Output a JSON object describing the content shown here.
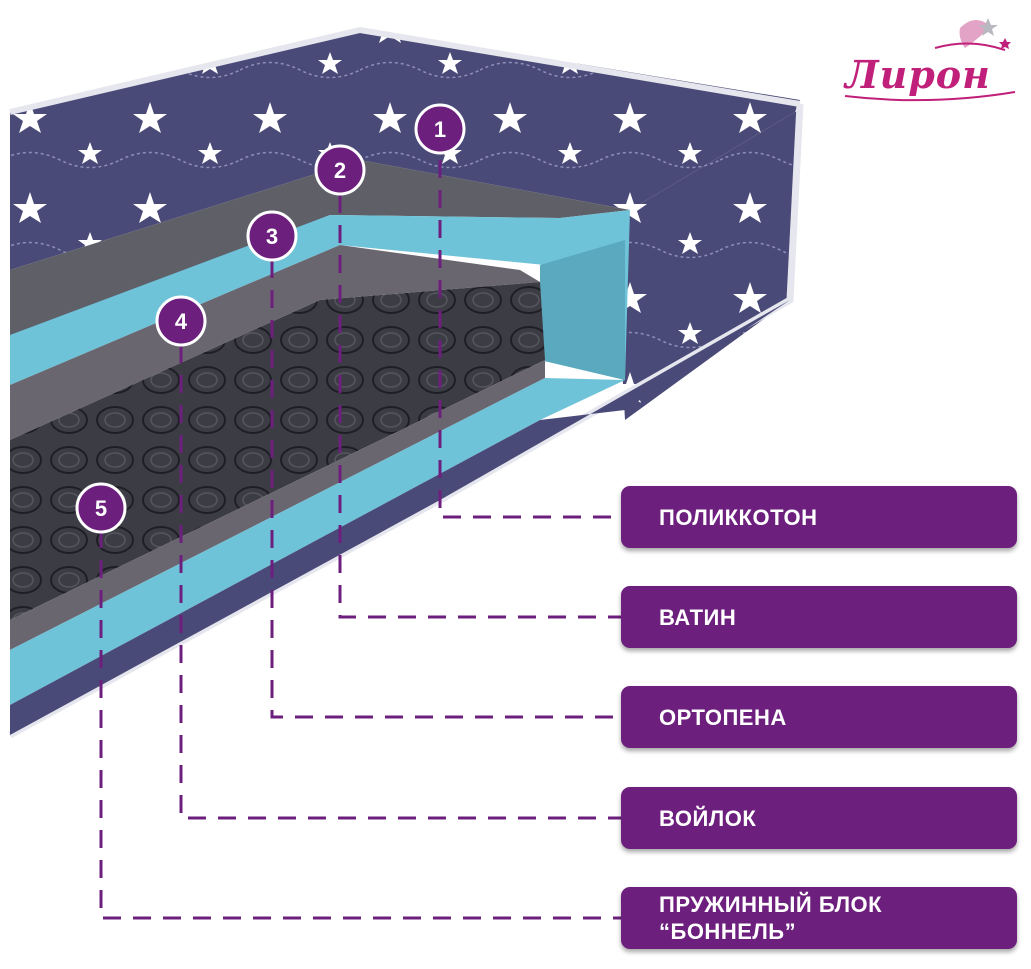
{
  "brand": {
    "name": "Лирон",
    "color": "#c0207a"
  },
  "accent_color": "#6d1f7e",
  "markers": [
    {
      "number": "1"
    },
    {
      "number": "2"
    },
    {
      "number": "3"
    },
    {
      "number": "4"
    },
    {
      "number": "5"
    }
  ],
  "layers": [
    {
      "label": "ПОЛИККОТОН"
    },
    {
      "label": "ВАТИН"
    },
    {
      "label": "ОРТОПЕНА"
    },
    {
      "label": "ВОЙЛОК"
    },
    {
      "label_line1": "ПРУЖИННЫЙ БЛОК",
      "label_line2": "“БОННЕЛЬ”"
    }
  ]
}
